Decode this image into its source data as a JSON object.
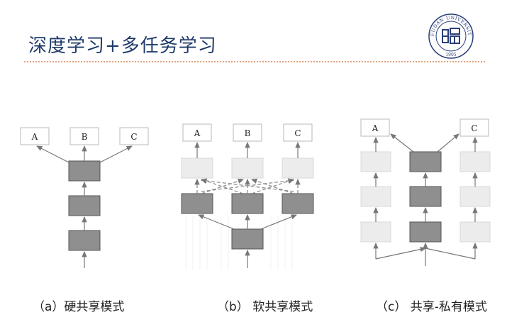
{
  "slide": {
    "title": "深度学习+多任务学习"
  },
  "logo": {
    "text": "FUDAN UNIVERSITY",
    "year": "1905"
  },
  "panels": [
    {
      "caption": "（a）硬共享模式",
      "outputs": [
        "A",
        "B",
        "C"
      ]
    },
    {
      "caption": "（b）  软共享模式",
      "outputs": [
        "A",
        "B",
        "C"
      ]
    },
    {
      "caption": "（c） 共享-私有模式",
      "outputs": [
        "A",
        "C"
      ]
    }
  ],
  "colors": {
    "shared_layer": "#8f8f8f",
    "private_layer": "#ececec",
    "title": "#1f3a6b",
    "rule": "#e3a07a"
  }
}
